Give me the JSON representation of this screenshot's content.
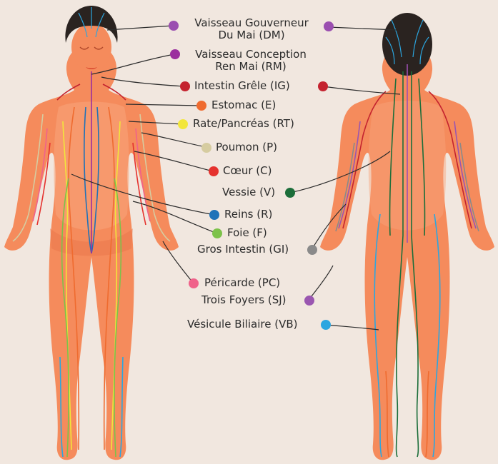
{
  "colors": {
    "background": "#f1e7df",
    "skin": "#f58b5c",
    "skin_light": "#f8a57c",
    "skin_dark": "#e5683d",
    "hair": "#2a2320",
    "leader": "#2b2b2b"
  },
  "meridians": [
    {
      "id": "dm",
      "line1": "Vaisseau Gouverneur",
      "line2": "Du Mai (DM)",
      "color": "#9b4fb0"
    },
    {
      "id": "rm",
      "line1": "Vaisseau Conception",
      "line2": "Ren Mai (RM)",
      "color": "#9b2f9e"
    },
    {
      "id": "ig",
      "line1": "Intestin Grêle (IG)",
      "color": "#c4232f"
    },
    {
      "id": "e",
      "line1": "Estomac (E)",
      "color": "#ef6b2f"
    },
    {
      "id": "rt",
      "line1": "Rate/Pancréas (RT)",
      "color": "#f2e63a"
    },
    {
      "id": "p",
      "line1": "Poumon (P)",
      "color": "#d6cca0"
    },
    {
      "id": "c",
      "line1": "Cœur (C)",
      "color": "#e5322e"
    },
    {
      "id": "v",
      "line1": "Vessie (V)",
      "color": "#1c6e3a"
    },
    {
      "id": "r",
      "line1": "Reins (R)",
      "color": "#1f72b8"
    },
    {
      "id": "f",
      "line1": "Foie (F)",
      "color": "#7cc24a"
    },
    {
      "id": "gi",
      "line1": "Gros Intestin (GI)",
      "color": "#8a8a8a"
    },
    {
      "id": "pc",
      "line1": "Péricarde (PC)",
      "color": "#f0628a"
    },
    {
      "id": "sj",
      "line1": "Trois Foyers (SJ)",
      "color": "#9a56b0"
    },
    {
      "id": "vb",
      "line1": "Vésicule Biliaire (VB)",
      "color": "#2ba6e0"
    }
  ]
}
